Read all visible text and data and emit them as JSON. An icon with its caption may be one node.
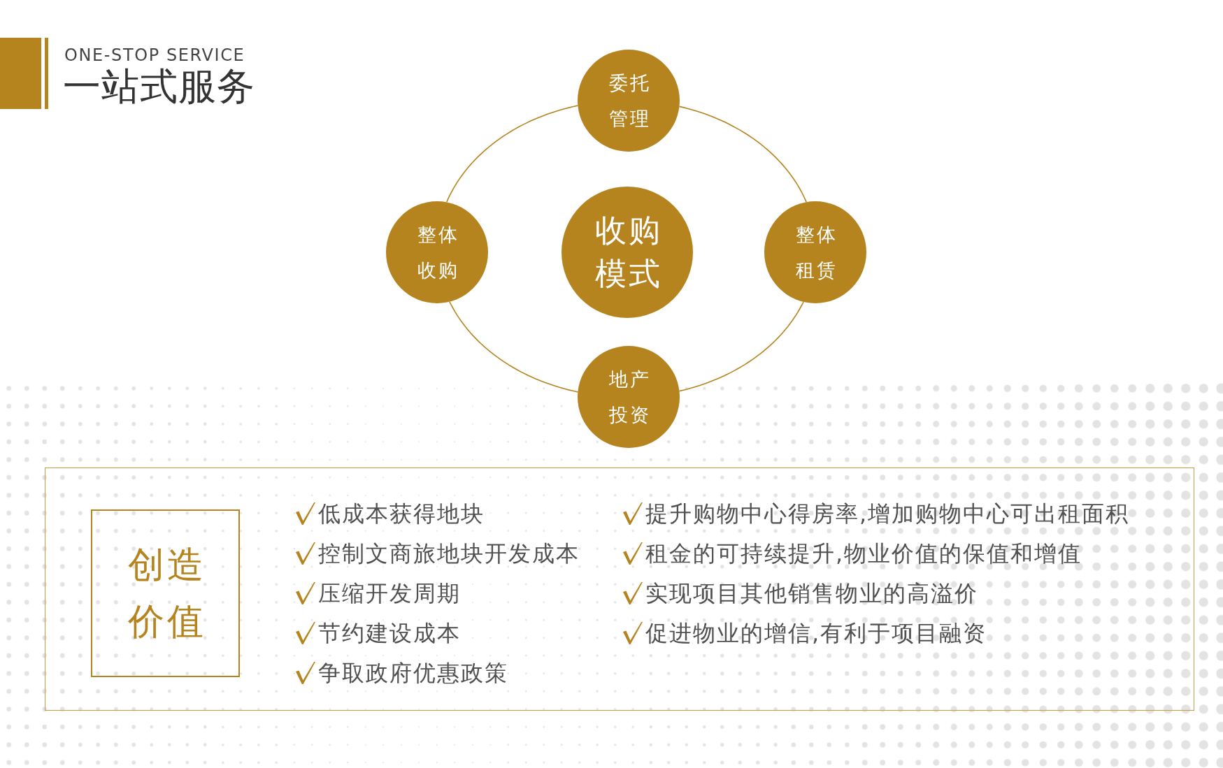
{
  "diagram": {
    "title": "一站式服务",
    "nodes": [
      {
        "text": [
          "委托管理"
        ]
      },
      {
        "text": [
          "整体收购"
        ]
      },
      {
        "text": [
          "收购模式"
        ]
      },
      {
        "text": [
          "整体租赁"
        ]
      },
      {
        "text": [
          "地产投资"
        ]
      },
      {
        "text": [
          "低成本获得地块",
          "控制文商旅地块开发成本",
          "压缩开发周期",
          "节约建设成本",
          "争取政府优惠政策",
          "提升购物中心得房率,增加购物中心可出租面积",
          "租金的可持续提升,物业价值的保值和增值",
          "实现项目其他销售物业的高溢价",
          "促进物业的增信,有利于项目融资"
        ]
      },
      {
        "text": [
          "创造价值"
        ],
        "in": 5
      }
    ],
    "edges": [
      {
        "from": 0,
        "to": 3,
        "arrow": "none"
      },
      {
        "from": 3,
        "to": 4,
        "arrow": "none"
      },
      {
        "from": 4,
        "to": 1,
        "arrow": "none"
      },
      {
        "from": 1,
        "to": 0,
        "arrow": "none"
      }
    ],
    "labels": [
      "ONE-STOP SERVICE"
    ]
  }
}
